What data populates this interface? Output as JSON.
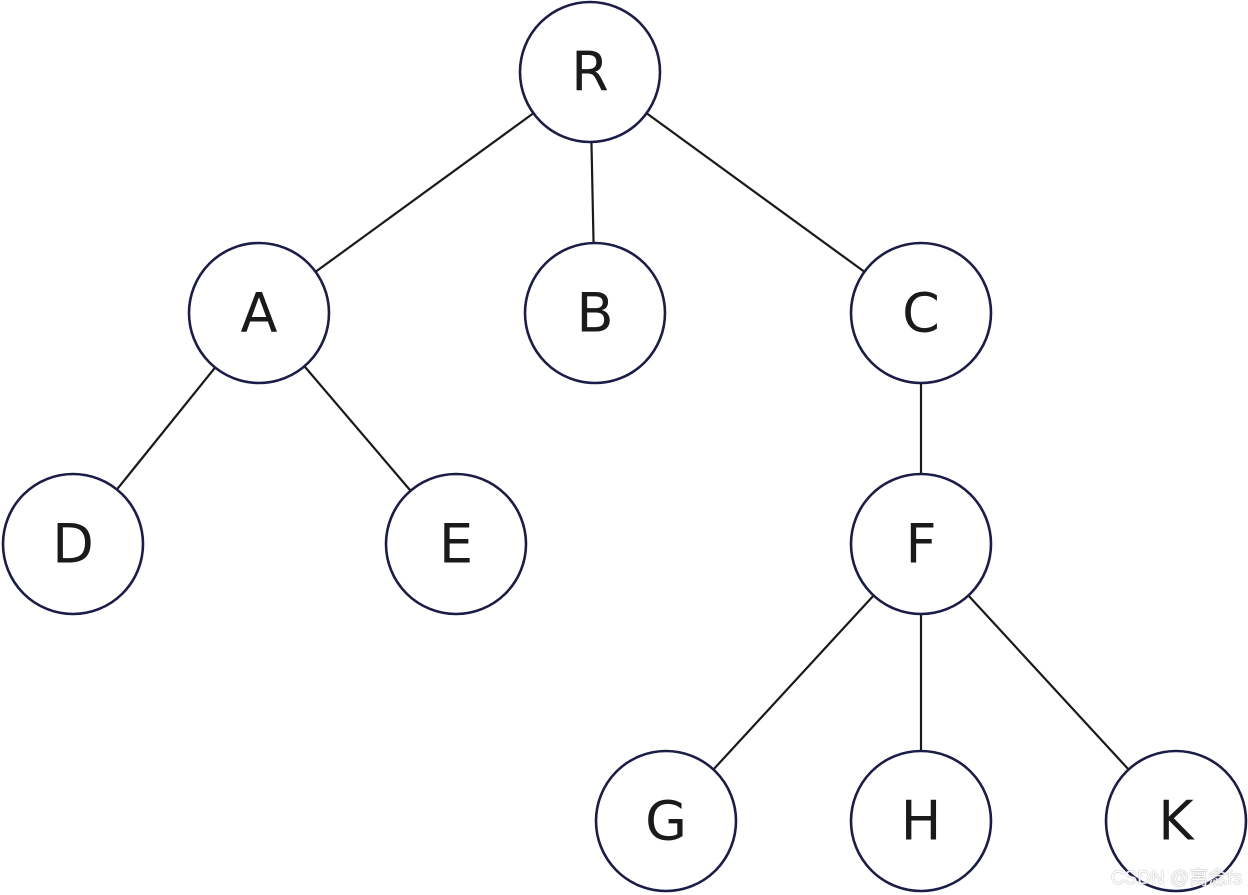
{
  "diagram": {
    "type": "tree",
    "nodes": [
      {
        "id": "R",
        "label": "R"
      },
      {
        "id": "A",
        "label": "A"
      },
      {
        "id": "B",
        "label": "B"
      },
      {
        "id": "C",
        "label": "C"
      },
      {
        "id": "D",
        "label": "D"
      },
      {
        "id": "E",
        "label": "E"
      },
      {
        "id": "F",
        "label": "F"
      },
      {
        "id": "G",
        "label": "G"
      },
      {
        "id": "H",
        "label": "H"
      },
      {
        "id": "K",
        "label": "K"
      }
    ],
    "edges": [
      {
        "from": "R",
        "to": "A"
      },
      {
        "from": "R",
        "to": "B"
      },
      {
        "from": "R",
        "to": "C"
      },
      {
        "from": "A",
        "to": "D"
      },
      {
        "from": "A",
        "to": "E"
      },
      {
        "from": "C",
        "to": "F"
      },
      {
        "from": "F",
        "to": "G"
      },
      {
        "from": "F",
        "to": "H"
      },
      {
        "from": "F",
        "to": "K"
      }
    ]
  },
  "watermark": {
    "text": "CSDN @离念fs"
  }
}
